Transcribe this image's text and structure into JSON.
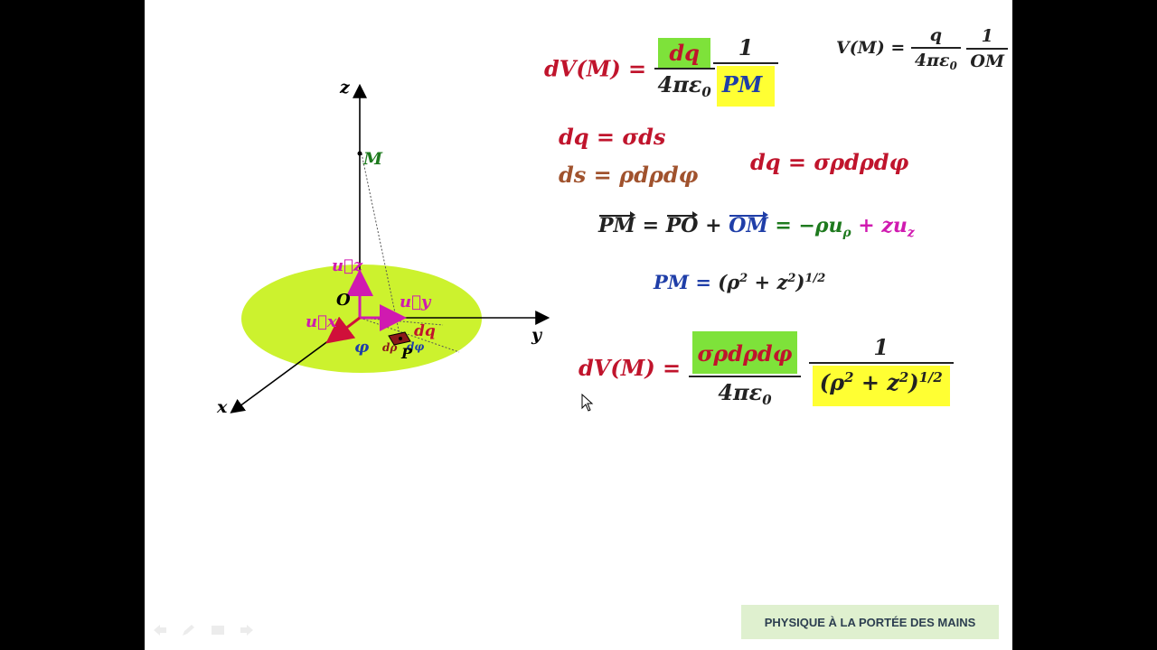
{
  "diagram": {
    "axes": {
      "z": "z",
      "y": "y",
      "x": "x"
    },
    "point_M": "M",
    "origin": "O",
    "vec_uz": "u⃗z",
    "vec_uy": "u⃗y",
    "vec_ux": "u⃗x",
    "phi": "φ",
    "dq": "dq",
    "drho": "dρ",
    "dphi": "dφ",
    "point_P": "P"
  },
  "equations": {
    "eq1": {
      "lhs": "dV(M) =",
      "num": "dq",
      "den": "4πε",
      "den_sub": "0",
      "num2": "1",
      "den2": "PM"
    },
    "eq_ref": {
      "lhs": "V(M) =",
      "num": "q",
      "den": "4πε",
      "den_sub": "0",
      "num2": "1",
      "den2": "OM"
    },
    "eq_dq": "dq = σds",
    "eq_ds": "ds = ρdρdφ",
    "eq_dq2": "dq = σρdρdφ",
    "eq_vec": {
      "pm": "PM",
      "eq": "=",
      "po": "PO",
      "plus": "+",
      "om": "OM",
      "rhs": "= −ρu",
      "rhs_sub": "ρ",
      "rhs2": "+ zu",
      "rhs2_sub": "z"
    },
    "eq_pm": {
      "lhs": "PM =",
      "rhs": "(ρ",
      "sup1": "2",
      "mid": " + z",
      "sup2": "2",
      "close": ")",
      "sup3": "1/2"
    },
    "eq_final": {
      "lhs": "dV(M) =",
      "num": "σρdρdφ",
      "den": "4πε",
      "den_sub": "0",
      "num2": "1",
      "den2": "(ρ",
      "den2_sup1": "2",
      "den2_mid": " + z",
      "den2_sup2": "2",
      "den2_close": ")",
      "den2_sup3": "1/2"
    }
  },
  "logo": "PHYSIQUE À LA PORTÉE DES MAINS"
}
